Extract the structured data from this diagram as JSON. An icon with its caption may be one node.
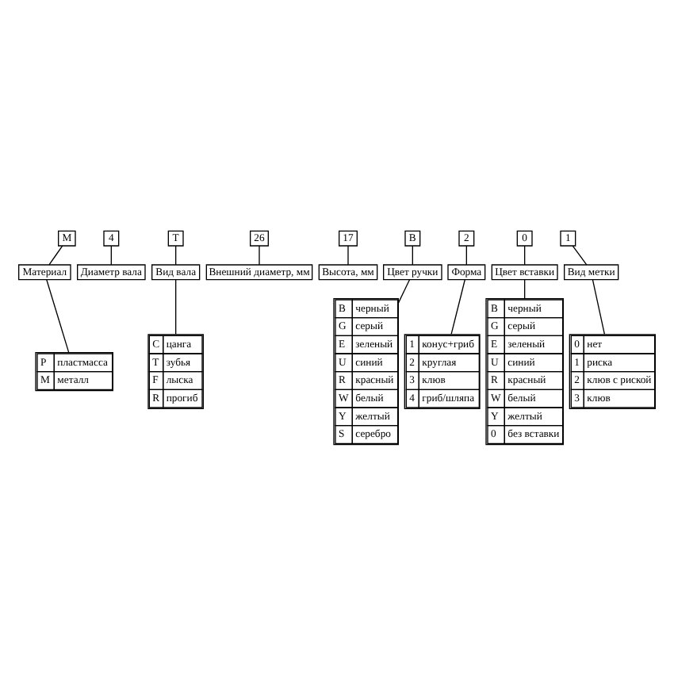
{
  "diagram": {
    "nodes": [
      {
        "text": [
          "M"
        ]
      },
      {
        "text": [
          "Материал"
        ]
      },
      {
        "text": [
          "P",
          "пластмасса",
          "M",
          "металл"
        ]
      },
      {
        "text": [
          "4"
        ]
      },
      {
        "text": [
          "Диаметр вала"
        ]
      },
      {
        "text": [
          "T"
        ]
      },
      {
        "text": [
          "Вид вала"
        ]
      },
      {
        "text": [
          "C",
          "цанга",
          "T",
          "зубья",
          "F",
          "лыска",
          "R",
          "прогиб"
        ]
      },
      {
        "text": [
          "26"
        ]
      },
      {
        "text": [
          "Внешний диаметр, мм"
        ]
      },
      {
        "text": [
          "17"
        ]
      },
      {
        "text": [
          "Высота, мм"
        ]
      },
      {
        "text": [
          "B"
        ]
      },
      {
        "text": [
          "Цвет ручки"
        ]
      },
      {
        "text": [
          "B",
          "черный",
          "G",
          "серый",
          "E",
          "зеленый",
          "U",
          "синий",
          "R",
          "красный",
          "W",
          "белый",
          "Y",
          "желтый",
          "S",
          "серебро"
        ]
      },
      {
        "text": [
          "2"
        ]
      },
      {
        "text": [
          "Форма"
        ]
      },
      {
        "text": [
          "1",
          "конус+гриб",
          "2",
          "круглая",
          "3",
          "клюв",
          "4",
          "гриб/шляпа"
        ]
      },
      {
        "text": [
          "0"
        ]
      },
      {
        "text": [
          "Цвет вставки"
        ]
      },
      {
        "text": [
          "B",
          "черный",
          "G",
          "серый",
          "E",
          "зеленый",
          "U",
          "синий",
          "R",
          "красный",
          "W",
          "белый",
          "Y",
          "желтый",
          "0",
          "без вставки"
        ]
      },
      {
        "text": [
          "1"
        ]
      },
      {
        "text": [
          "Вид метки"
        ]
      },
      {
        "text": [
          "0",
          "нет",
          "1",
          "риска",
          "2",
          "клюв с риской",
          "3",
          "клюв"
        ]
      }
    ],
    "edges": [
      {
        "from": 0,
        "to": 1,
        "arrow": "none"
      },
      {
        "from": 1,
        "to": 2,
        "arrow": "none"
      },
      {
        "from": 3,
        "to": 4,
        "arrow": "none"
      },
      {
        "from": 5,
        "to": 6,
        "arrow": "none"
      },
      {
        "from": 6,
        "to": 7,
        "arrow": "none"
      },
      {
        "from": 8,
        "to": 9,
        "arrow": "none"
      },
      {
        "from": 10,
        "to": 11,
        "arrow": "none"
      },
      {
        "from": 12,
        "to": 13,
        "arrow": "none"
      },
      {
        "from": 13,
        "to": 14,
        "arrow": "none"
      },
      {
        "from": 15,
        "to": 16,
        "arrow": "none"
      },
      {
        "from": 16,
        "to": 17,
        "arrow": "none"
      },
      {
        "from": 18,
        "to": 19,
        "arrow": "none"
      },
      {
        "from": 19,
        "to": 20,
        "arrow": "none"
      },
      {
        "from": 21,
        "to": 22,
        "arrow": "none"
      },
      {
        "from": 22,
        "to": 23,
        "arrow": "none"
      }
    ]
  }
}
